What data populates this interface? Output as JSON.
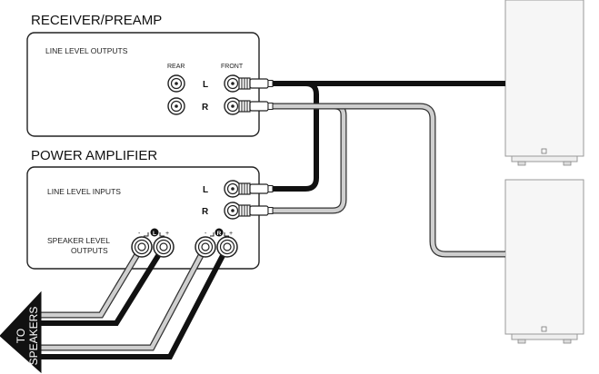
{
  "receiver": {
    "title": "RECEIVER/PREAMP",
    "outputs_label": "LINE LEVEL OUTPUTS",
    "rear_label": "REAR",
    "front_label": "FRONT",
    "left_label": "L",
    "right_label": "R"
  },
  "amplifier": {
    "title": "POWER AMPLIFIER",
    "inputs_label": "LINE LEVEL INPUTS",
    "left_label": "L",
    "right_label": "R",
    "speaker_label_line1": "SPEAKER LEVEL",
    "speaker_label_line2": "OUTPUTS",
    "minus": "-",
    "plus": "+",
    "left_badge": "L",
    "right_badge": "R"
  },
  "arrow": {
    "line1": "TO",
    "line2": "SPEAKERS"
  },
  "colors": {
    "left_cable": "#111111",
    "right_cable": "#c8c8c8",
    "panel_stroke": "#222222",
    "speaker_fill": "#f6f6f6"
  }
}
